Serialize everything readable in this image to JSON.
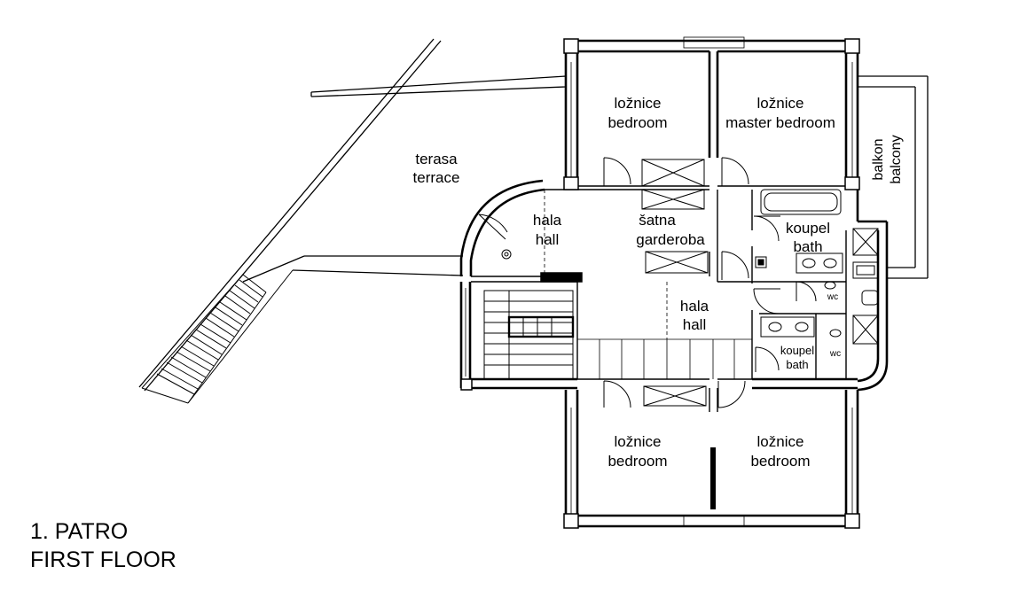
{
  "floor_title": {
    "line1": "1. PATRO",
    "line2": "FIRST FLOOR"
  },
  "rooms": {
    "bedroom_nw": {
      "cz": "ložnice",
      "en": "bedroom"
    },
    "master_bedroom": {
      "cz": "ložnice",
      "en": "master bedroom"
    },
    "balcony": {
      "cz": "balkon",
      "en": "balcony"
    },
    "terrace": {
      "cz": "terasa",
      "en": "terrace"
    },
    "hall_west": {
      "cz": "hala",
      "en": "hall"
    },
    "wardrobe": {
      "cz": "šatna",
      "en": "garderoba"
    },
    "bath_main": {
      "cz": "koupel",
      "en": "bath"
    },
    "hall_center": {
      "cz": "hala",
      "en": "hall"
    },
    "bath_small": {
      "cz": "koupel",
      "en": "bath"
    },
    "wc_1": "wc",
    "wc_2": "wc",
    "bedroom_sw": {
      "cz": "ložnice",
      "en": "bedroom"
    },
    "bedroom_se": {
      "cz": "ložnice",
      "en": "bedroom"
    }
  }
}
